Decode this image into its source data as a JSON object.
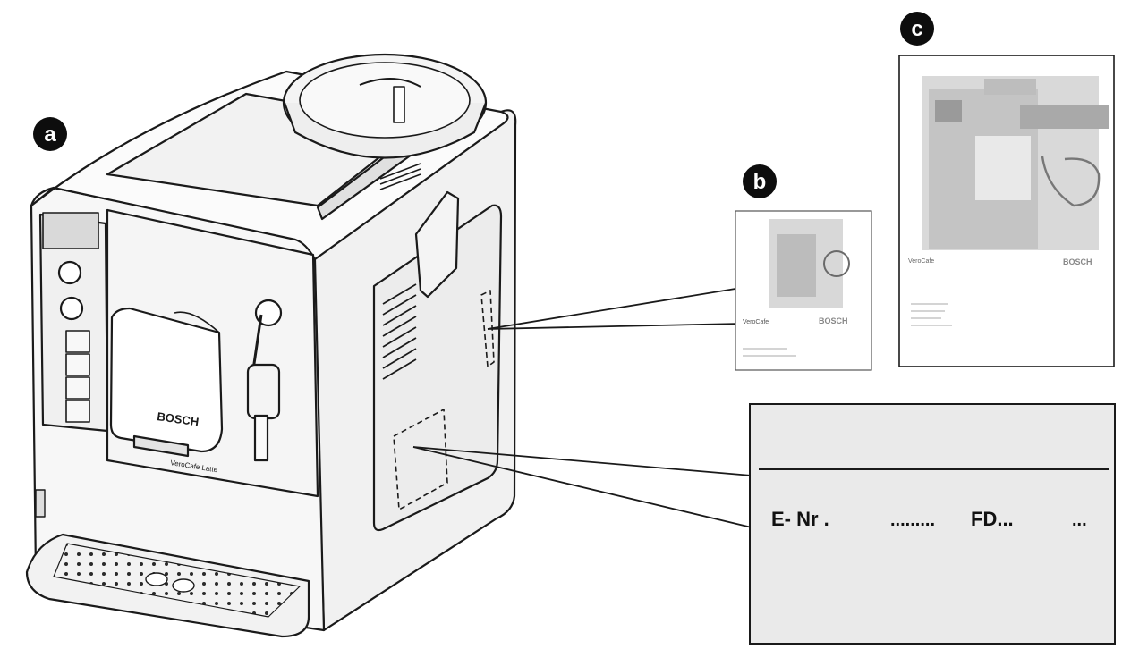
{
  "callouts": {
    "a": "a",
    "b": "b",
    "c": "c"
  },
  "machine": {
    "brand_label": "BOSCH",
    "model_label": "VeroCafe Latte"
  },
  "manual_b": {
    "title": "VeroCafe",
    "brand": "BOSCH"
  },
  "manual_c": {
    "title": "VeroCafe",
    "brand": "BOSCH"
  },
  "rating_plate": {
    "e_nr_label": "E- Nr .",
    "e_nr_dots": ".........",
    "fd_label": "FD...",
    "trailing": "..."
  },
  "colors": {
    "outline": "#1a1a1a",
    "plate_bg": "#eaeaea",
    "manual_photo": "#d7d7d7"
  }
}
